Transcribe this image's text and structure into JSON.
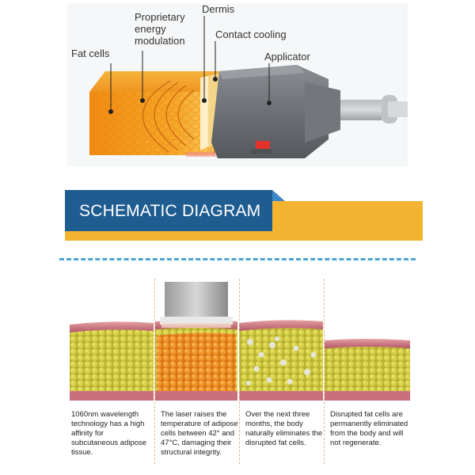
{
  "illustration": {
    "labels": {
      "fat_cells": "Fat cells",
      "energy_modulation": "Proprietary\nenergy\nmodulation",
      "dermis": "Dermis",
      "contact_cooling": "Contact cooling",
      "applicator": "Applicator"
    }
  },
  "banner": {
    "title": "SCHEMATIC DIAGRAM"
  },
  "stages": [
    {
      "caption": "1060nm wavelength technology has a high affinity for subcutaneous adipose tissue."
    },
    {
      "caption": "The laser raises the temperature of adipose cells between 42° and 47°C, damaging their structural integrity."
    },
    {
      "caption": "Over the next three months, the body naturally eliminates the disrupted fat cells."
    },
    {
      "caption": "Disrupted fat cells are permanently eliminated from the body and will not regenerate."
    }
  ],
  "colors": {
    "banner_blue": "#1f5d91",
    "banner_yellow": "#f3b531",
    "divider_blue": "#4aa5d3",
    "fat_orange": "#f39a1e",
    "fat_yellow": "#d6cf48",
    "skin_pink": "#c8697a",
    "applicator_gray": "#6b6f73",
    "button_red": "#e4322b"
  }
}
